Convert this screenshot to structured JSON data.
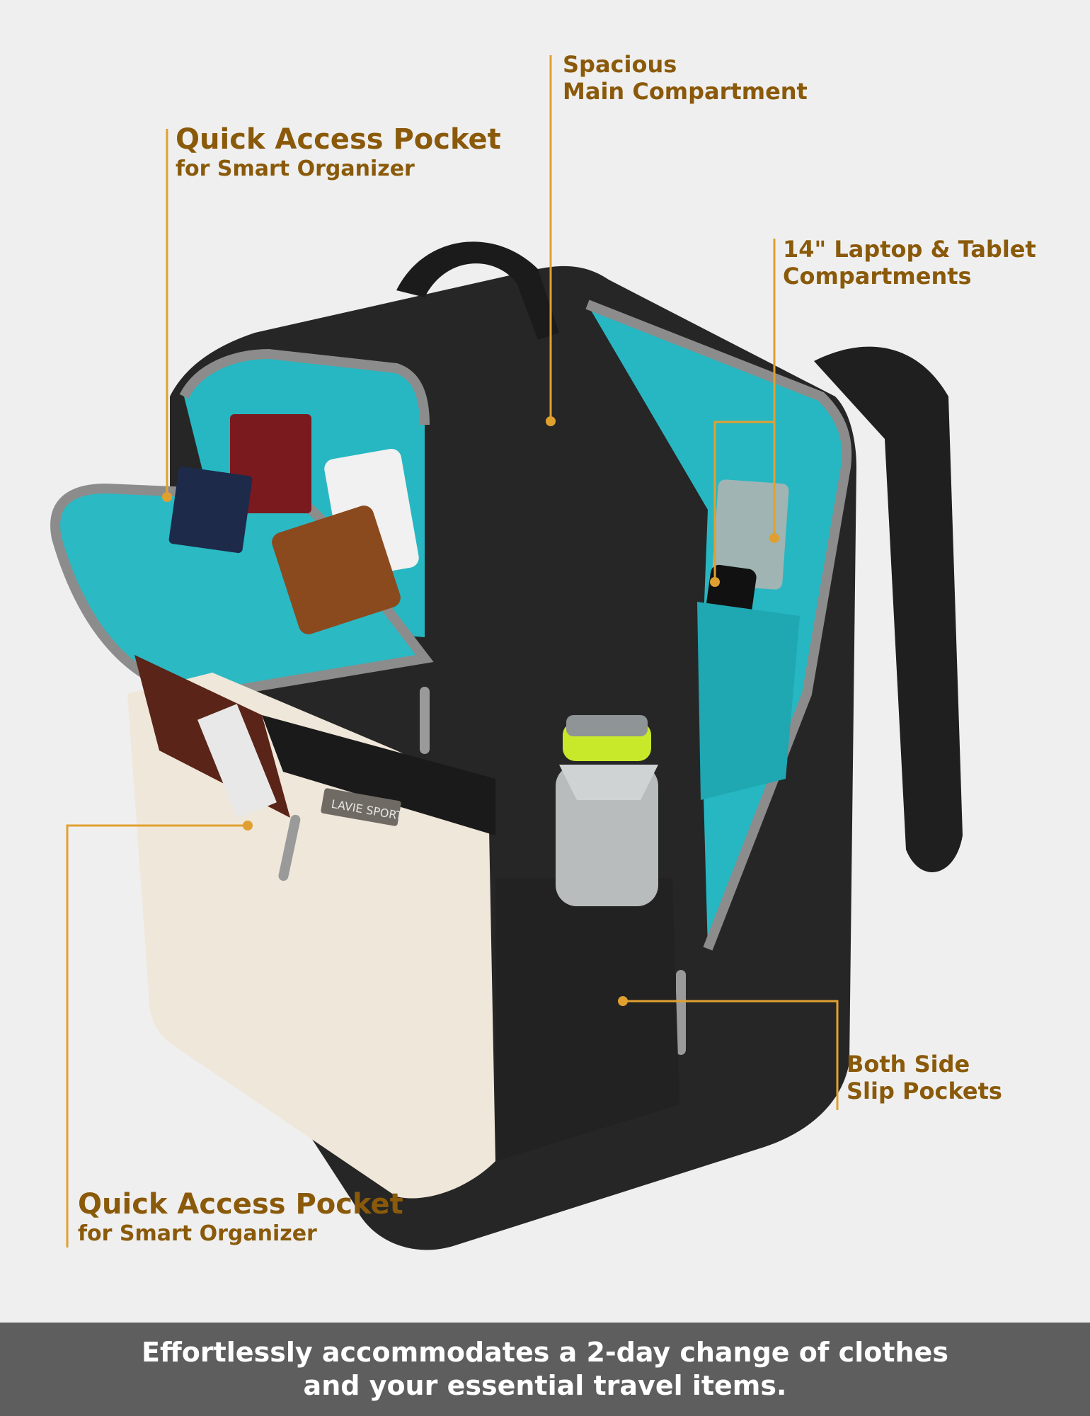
{
  "callouts": {
    "quick_access_top": {
      "line1": "Quick Access Pocket",
      "line2": "for Smart Organizer"
    },
    "spacious": {
      "line1": "Spacious",
      "line2": "Main Compartment"
    },
    "laptop": {
      "line1": "14\" Laptop & Tablet",
      "line2": "Compartments"
    },
    "side_pockets": {
      "line1": "Both Side",
      "line2": "Slip Pockets"
    },
    "quick_access_bottom": {
      "line1": "Quick Access Pocket",
      "line2": "for Smart Organizer"
    }
  },
  "product": {
    "brand_label": "LAVIE SPORT"
  },
  "footer": {
    "line1": "Effortlessly accommodates a 2-day change of clothes",
    "line2": "and your essential travel items."
  },
  "colors": {
    "background": "#efefef",
    "callout_text": "#8a5a0a",
    "callout_line": "#e0a030",
    "footer_band": "#5e5e5e",
    "lining_teal": "#27b7c2",
    "bag_black": "#242424",
    "panel_cream": "#efe7d9"
  }
}
